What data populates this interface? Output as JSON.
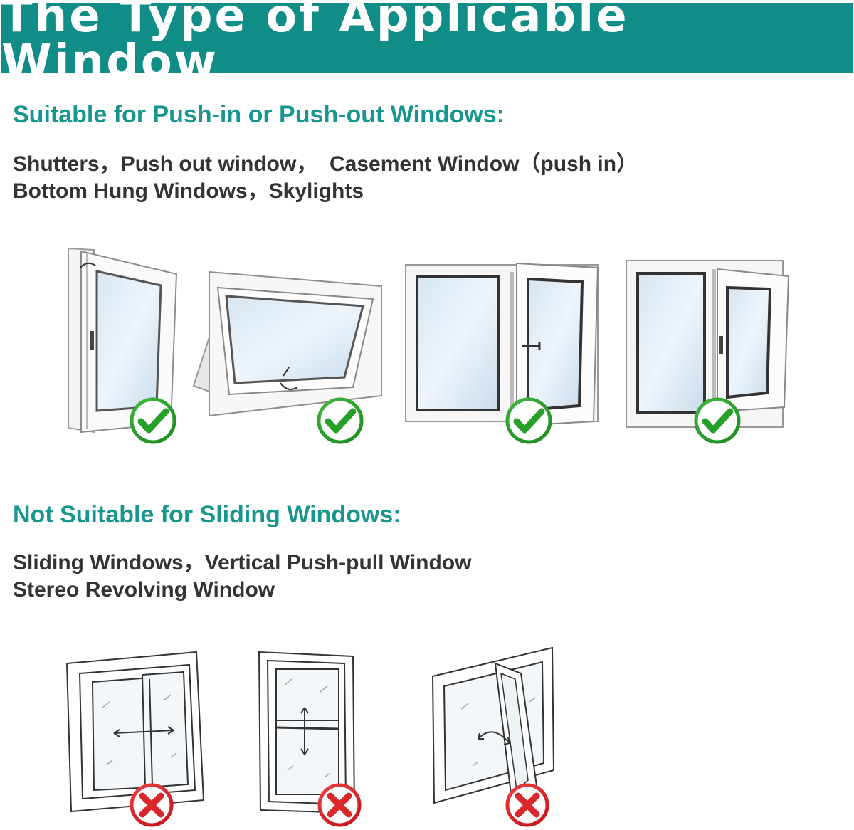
{
  "title": "The Type of Applicable Window",
  "suitable": {
    "heading": "Suitable for Push-in or Push-out Windows:",
    "lines": [
      "Shutters，Push out window，  Casement Window（push in）",
      "Bottom Hung Windows，Skylights"
    ],
    "windows": [
      {
        "icon": "push-out-window",
        "status": "check-icon"
      },
      {
        "icon": "awning-window",
        "status": "check-icon"
      },
      {
        "icon": "casement-window",
        "status": "check-icon"
      },
      {
        "icon": "tilt-window",
        "status": "check-icon"
      }
    ],
    "status_color": "#2ea52f"
  },
  "not_suitable": {
    "heading": "Not Suitable for Sliding Windows:",
    "lines": [
      "Sliding Windows，Vertical Push-pull Window",
      "Stereo Revolving Window"
    ],
    "windows": [
      {
        "icon": "sliding-window",
        "status": "cross-icon"
      },
      {
        "icon": "vertical-sliding-window",
        "status": "cross-icon"
      },
      {
        "icon": "revolving-window",
        "status": "cross-icon"
      }
    ],
    "status_color": "#e8262b"
  },
  "colors": {
    "banner": "#108d87",
    "heading": "#179690",
    "text": "#333333"
  }
}
